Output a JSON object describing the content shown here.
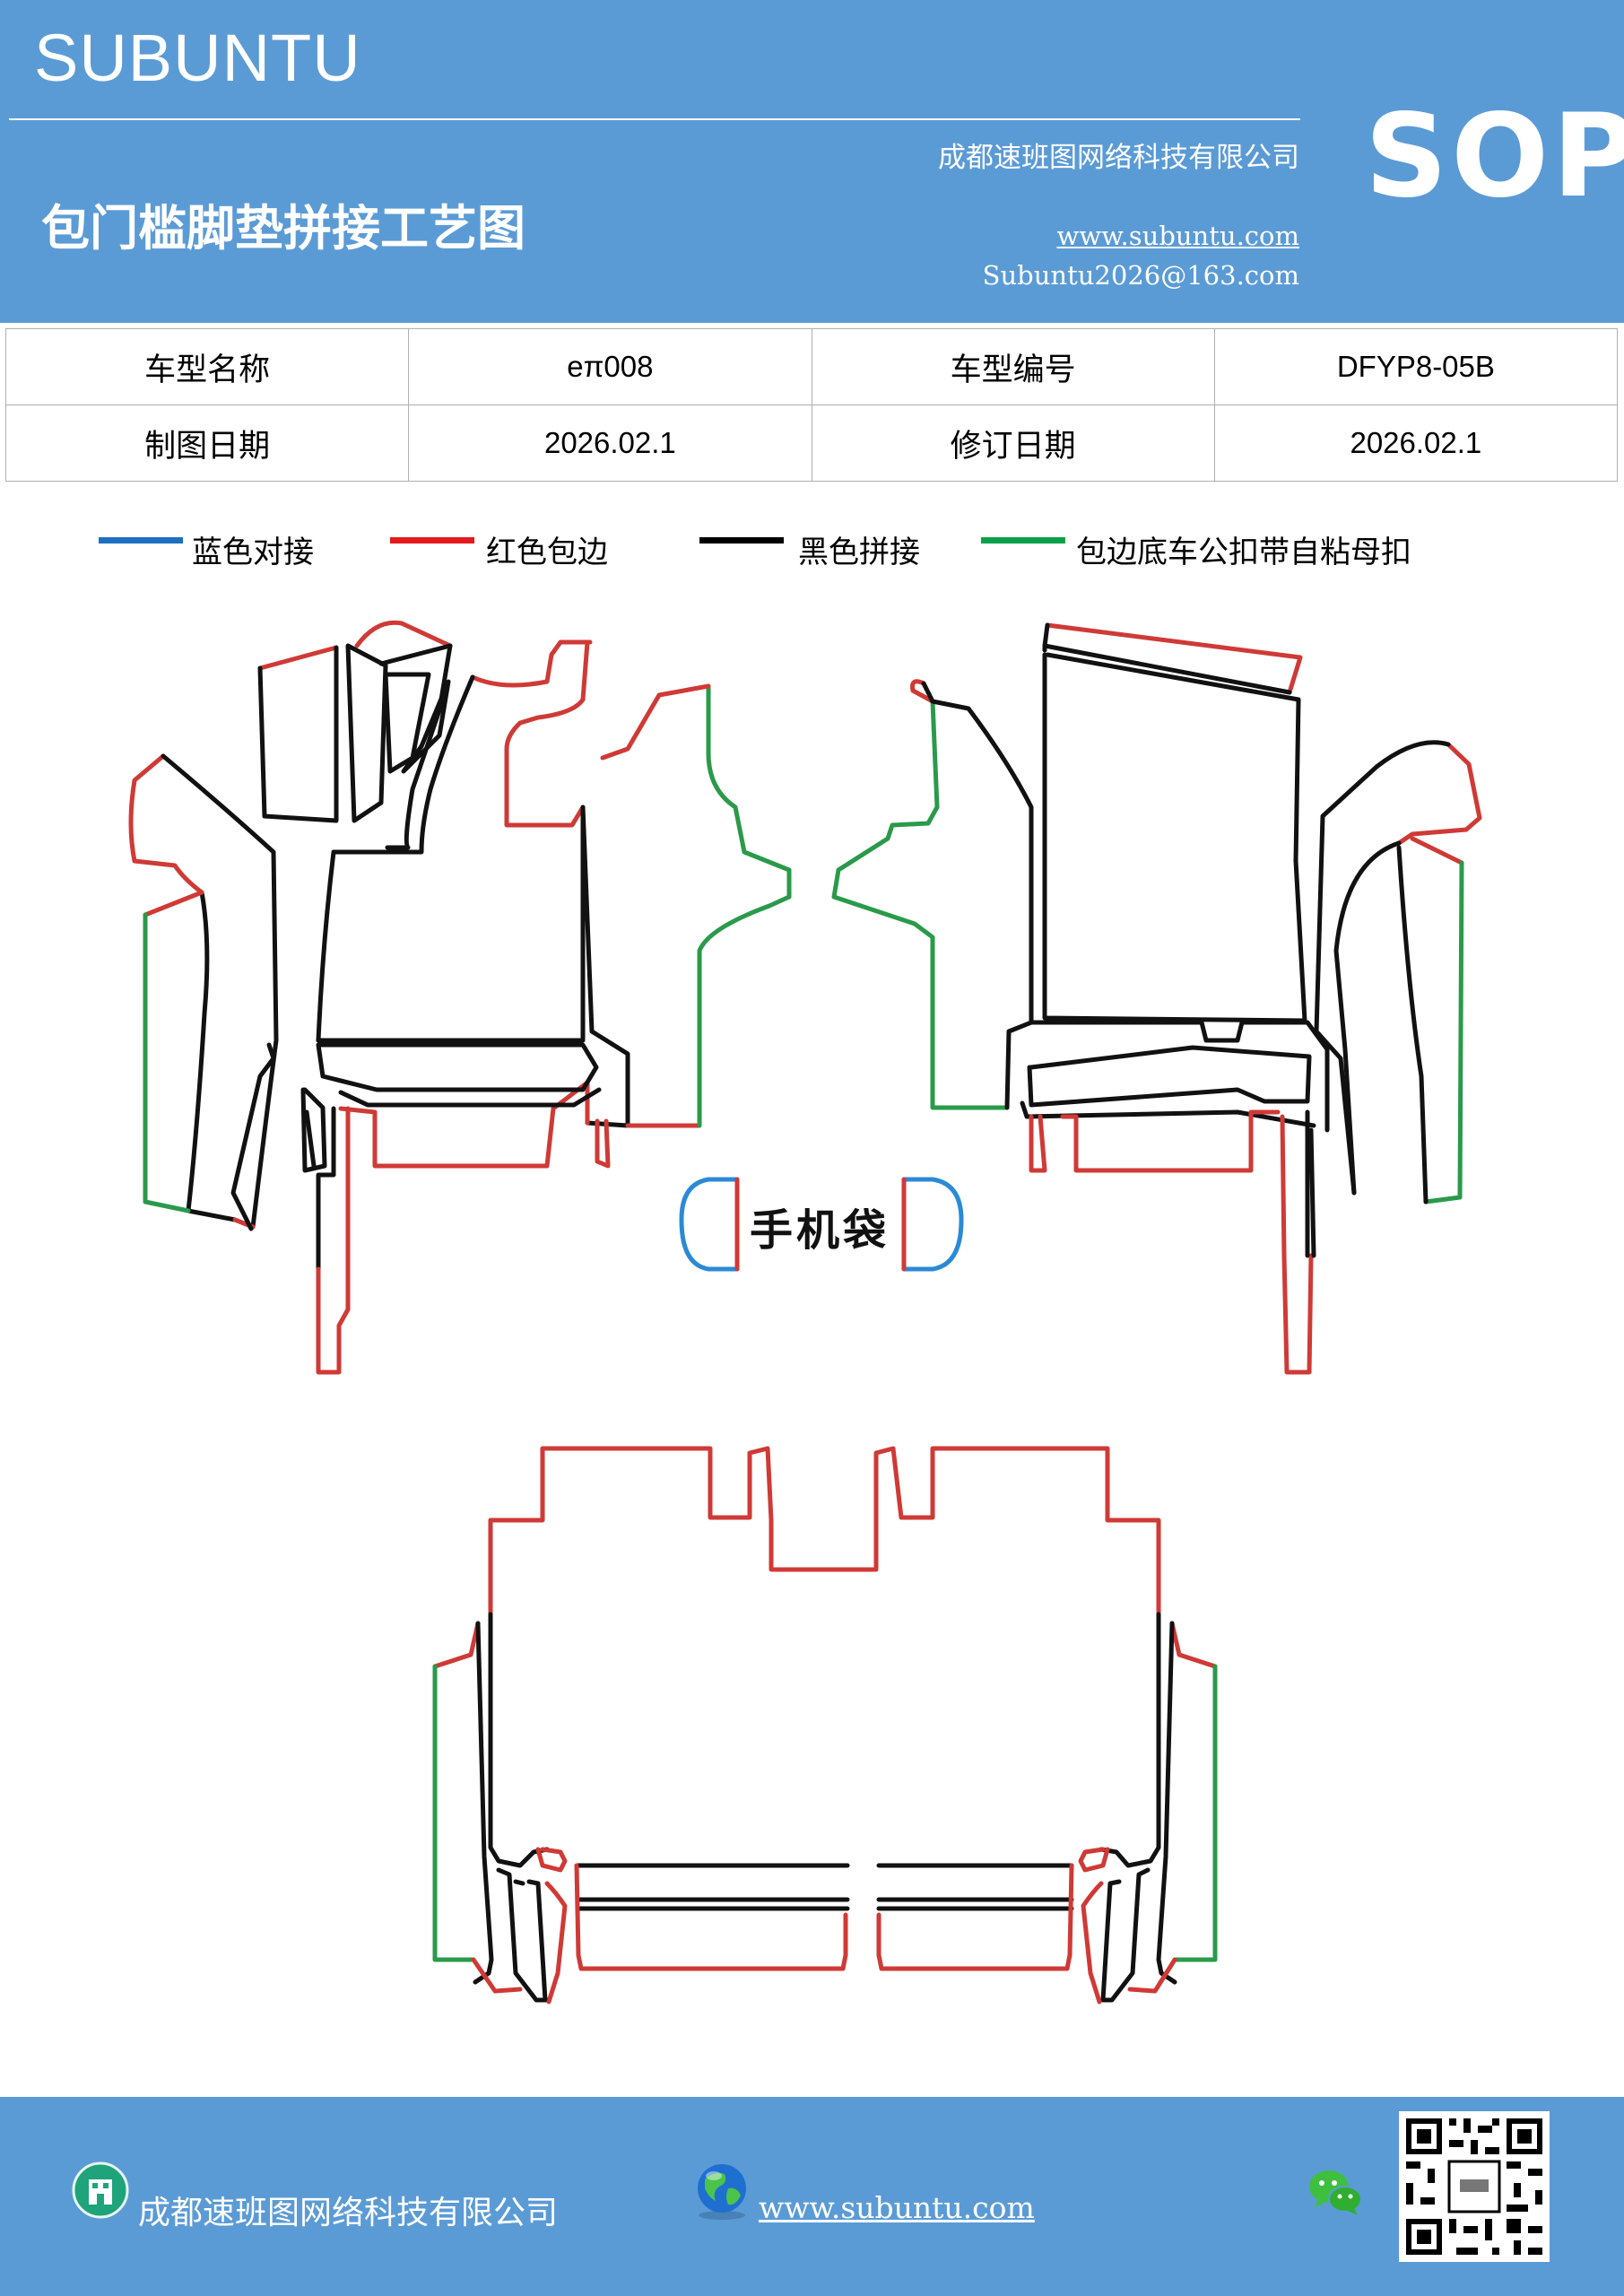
{
  "header": {
    "brand": "SUBUNTU",
    "company": "成都速班图网络科技有限公司",
    "title": "包门槛脚垫拼接工艺图",
    "url": "www.subuntu.com",
    "email": "Subuntu2026@163.com",
    "badge": "SOP"
  },
  "info_table": {
    "model_name_label": "车型名称",
    "model_name_value": "eπ008",
    "model_code_label": "车型编号",
    "model_code_value": "DFYP8-05B",
    "draw_date_label": "制图日期",
    "draw_date_value": "2026.02.1",
    "revise_date_label": "修订日期",
    "revise_date_value": "2026.02.1"
  },
  "legend": {
    "items": [
      {
        "label": "蓝色对接",
        "color": "#1f6fc1"
      },
      {
        "label": "红色包边",
        "color": "#e31a1c"
      },
      {
        "label": "黑色拼接",
        "color": "#000000"
      },
      {
        "label": "包边底车公扣带自粘母扣",
        "color": "#0aa04a"
      }
    ]
  },
  "diagram": {
    "phone_pocket_label": "手机袋",
    "colors": {
      "red": "#cf3a36",
      "black": "#111111",
      "green": "#2a9a4a",
      "blue": "#2b8ad6"
    }
  },
  "footer": {
    "company": "成都速班图网络科技有限公司",
    "url": "www.subuntu.com",
    "building_icon": "building-icon",
    "globe_icon": "globe-icon",
    "wechat_icon": "wechat-icon",
    "qr_code": "qr-code"
  }
}
